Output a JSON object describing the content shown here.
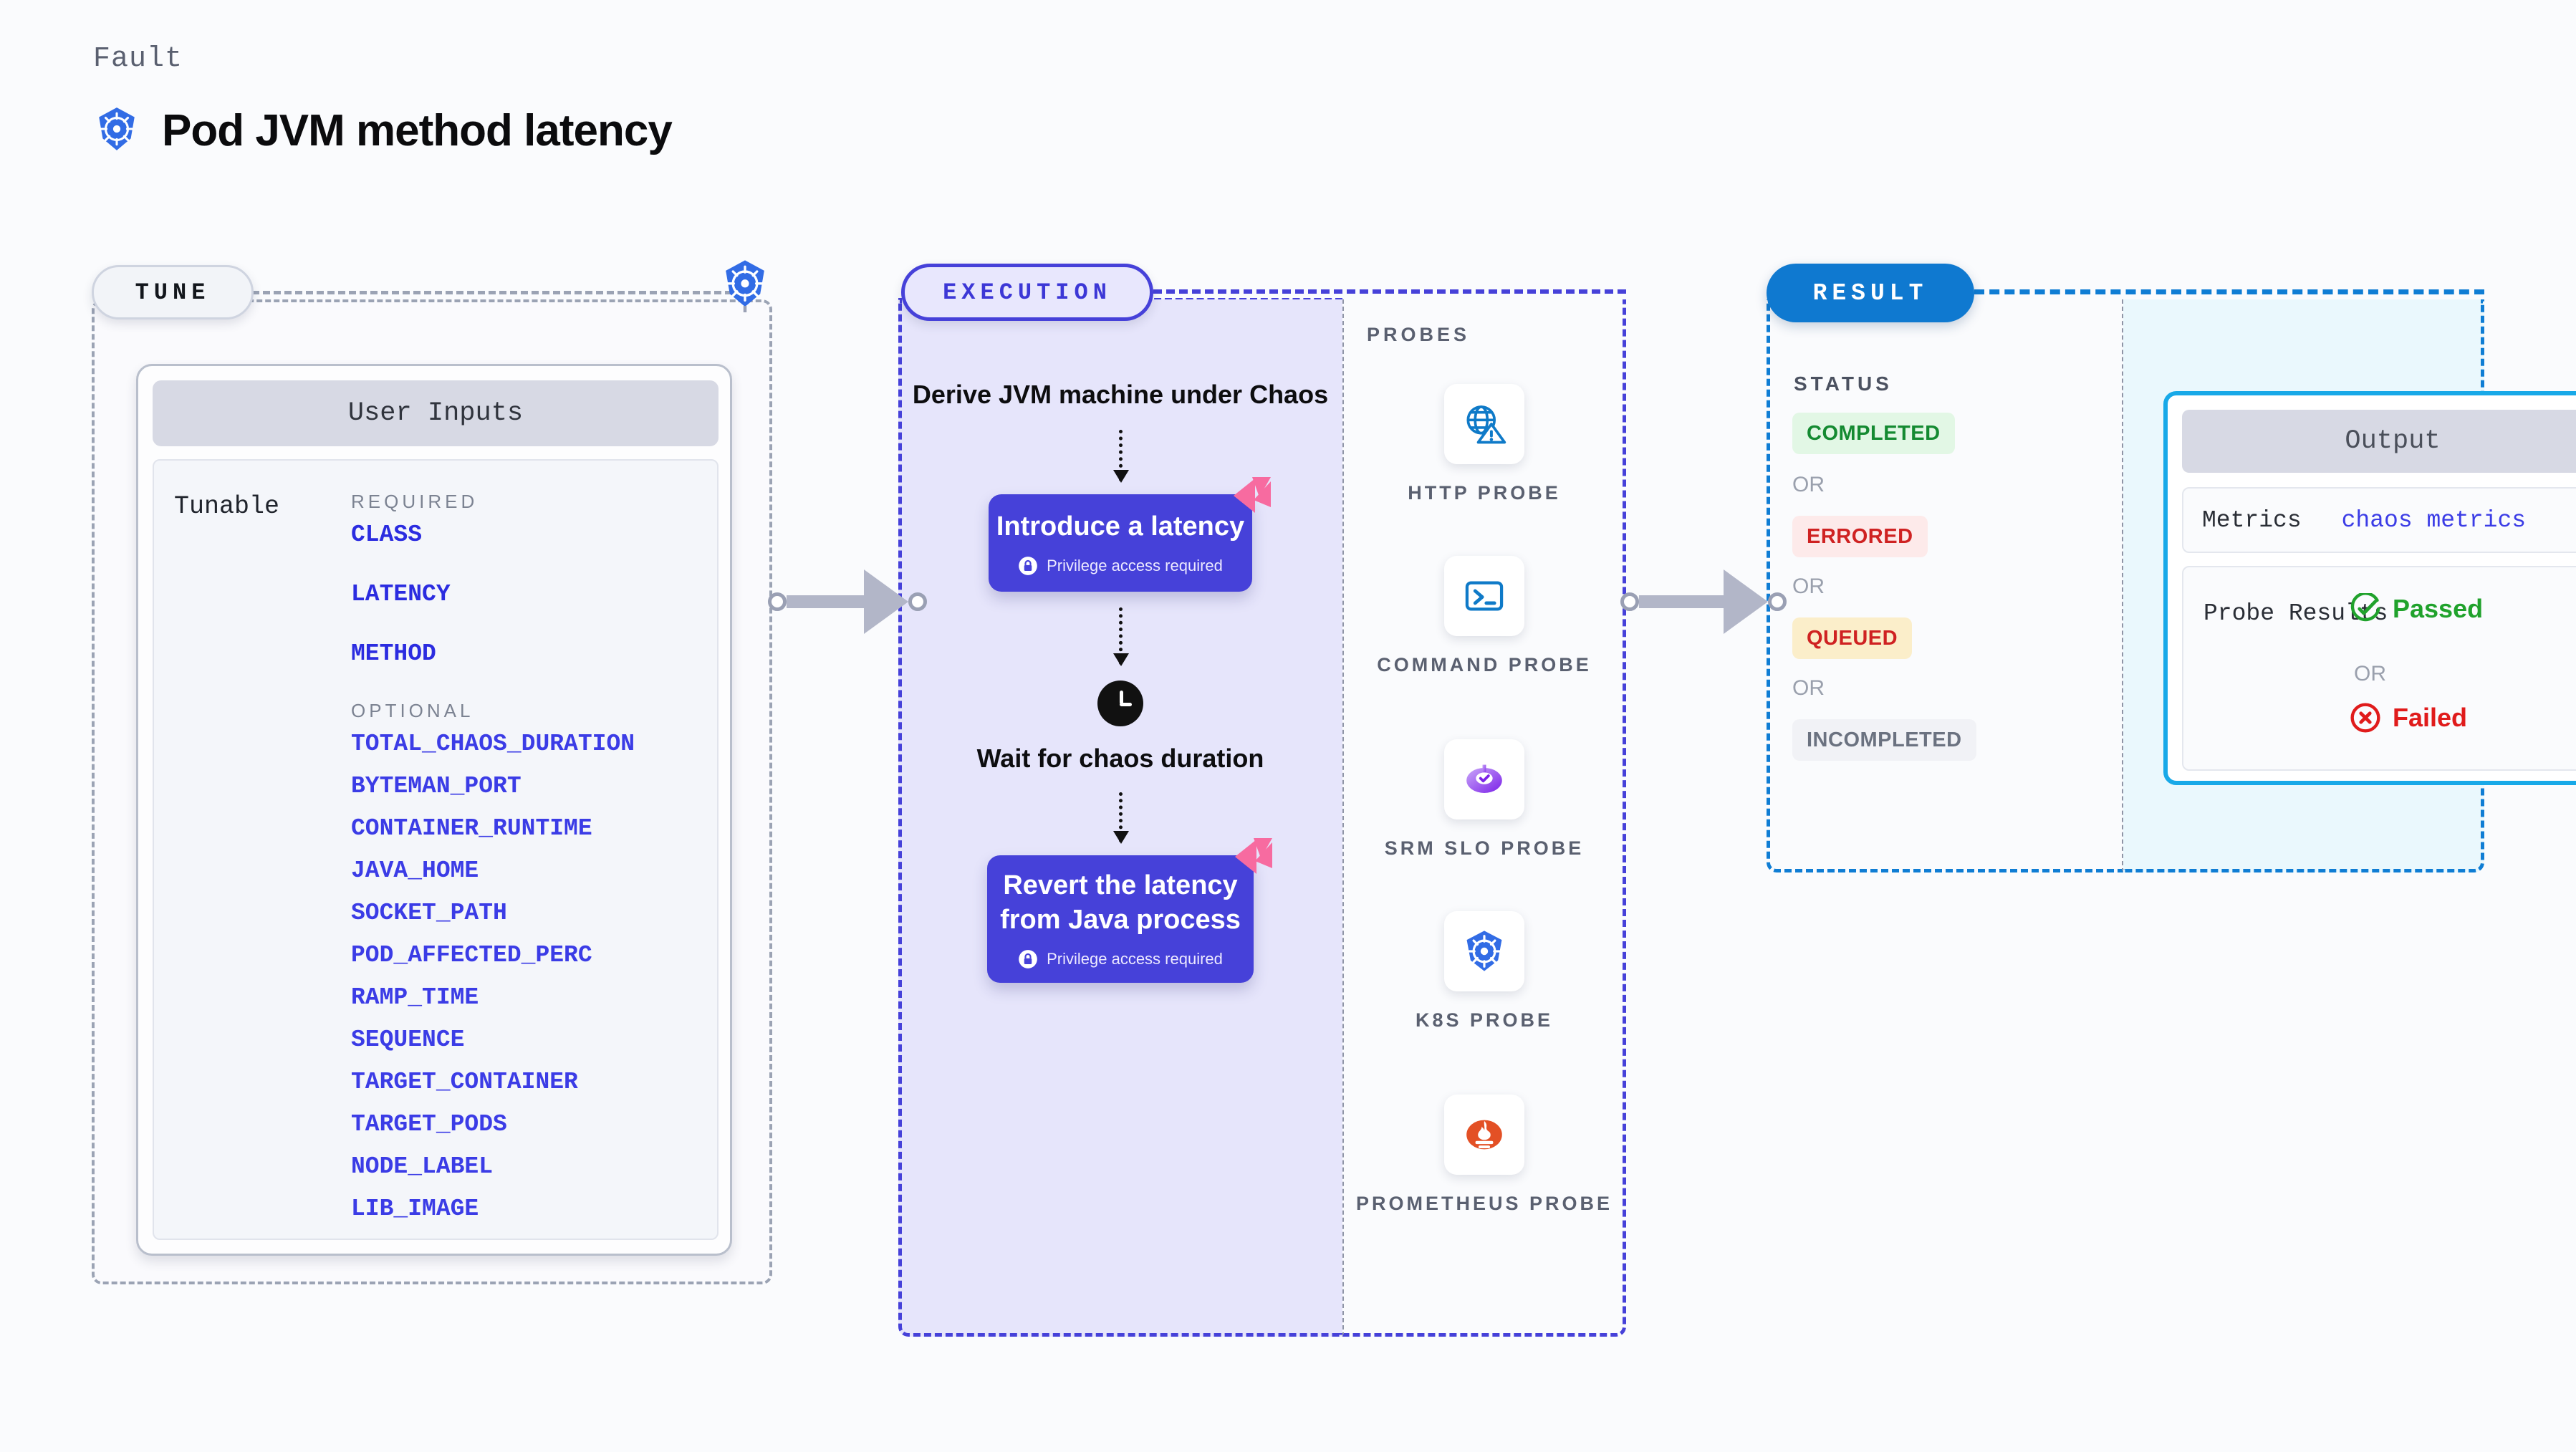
{
  "header": {
    "kicker": "Fault",
    "title": "Pod JVM method latency",
    "icon": "kubernetes-icon"
  },
  "tune": {
    "pill_label": "TUNE",
    "badge_icon": "kubernetes-icon",
    "card": {
      "heading": "User Inputs",
      "row_label": "Tunable",
      "required_heading": "REQUIRED",
      "required": [
        "CLASS",
        "LATENCY",
        "METHOD"
      ],
      "optional_heading": "OPTIONAL",
      "optional": [
        "TOTAL_CHAOS_DURATION",
        "BYTEMAN_PORT",
        "CONTAINER_RUNTIME",
        "JAVA_HOME",
        "SOCKET_PATH",
        "POD_AFFECTED_PERC",
        "RAMP_TIME",
        "SEQUENCE",
        "TARGET_CONTAINER",
        "TARGET_PODS",
        "NODE_LABEL",
        "LIB_IMAGE"
      ]
    }
  },
  "execution": {
    "pill_label": "EXECUTION",
    "steps": [
      {
        "type": "title",
        "label": "Derive JVM machine under Chaos"
      },
      {
        "type": "action",
        "label": "Introduce a latency",
        "note": "Privilege access required",
        "note_icon": "lock-icon",
        "corner_icon": "litmus-icon"
      },
      {
        "type": "wait",
        "icon": "clock-icon",
        "label": "Wait for chaos duration"
      },
      {
        "type": "action",
        "label": "Revert the latency from Java process",
        "note": "Privilege access required",
        "note_icon": "lock-icon",
        "corner_icon": "litmus-icon"
      }
    ]
  },
  "probes": {
    "label": "PROBES",
    "items": [
      {
        "caption": "HTTP PROBE",
        "icon": "globe-warning-icon"
      },
      {
        "caption": "COMMAND PROBE",
        "icon": "terminal-icon"
      },
      {
        "caption": "SRM SLO PROBE",
        "icon": "srm-slo-icon"
      },
      {
        "caption": "K8S PROBE",
        "icon": "kubernetes-icon"
      },
      {
        "caption": "PROMETHEUS PROBE",
        "icon": "prometheus-icon"
      }
    ]
  },
  "result": {
    "pill_label": "RESULT",
    "status_label": "STATUS",
    "or_label": "OR",
    "statuses": [
      {
        "label": "COMPLETED",
        "color": "#148a31",
        "bg": "#e2f7e5"
      },
      {
        "label": "ERRORED",
        "color": "#cf2222",
        "bg": "#fdeaea"
      },
      {
        "label": "QUEUED",
        "color": "#cf2222",
        "bg": "#fbeeca"
      },
      {
        "label": "INCOMPLETED",
        "color": "#6b7280",
        "bg": "#f1f2f6"
      }
    ]
  },
  "output": {
    "heading": "Output",
    "metrics_label": "Metrics",
    "metrics_value": "chaos metrics",
    "probe_results_label": "Probe Results",
    "or_label": "OR",
    "passed": {
      "label": "Passed",
      "icon": "check-circle-icon",
      "color": "#20a22c"
    },
    "failed": {
      "label": "Failed",
      "icon": "x-circle-icon",
      "color": "#e01b1b"
    }
  },
  "colors": {
    "accent_purple": "#4641d9",
    "accent_blue": "#0f79d0",
    "accent_cyan": "#18a9e8",
    "param_blue": "#3b3ce6",
    "litmus_pink": "#f76ba0"
  }
}
